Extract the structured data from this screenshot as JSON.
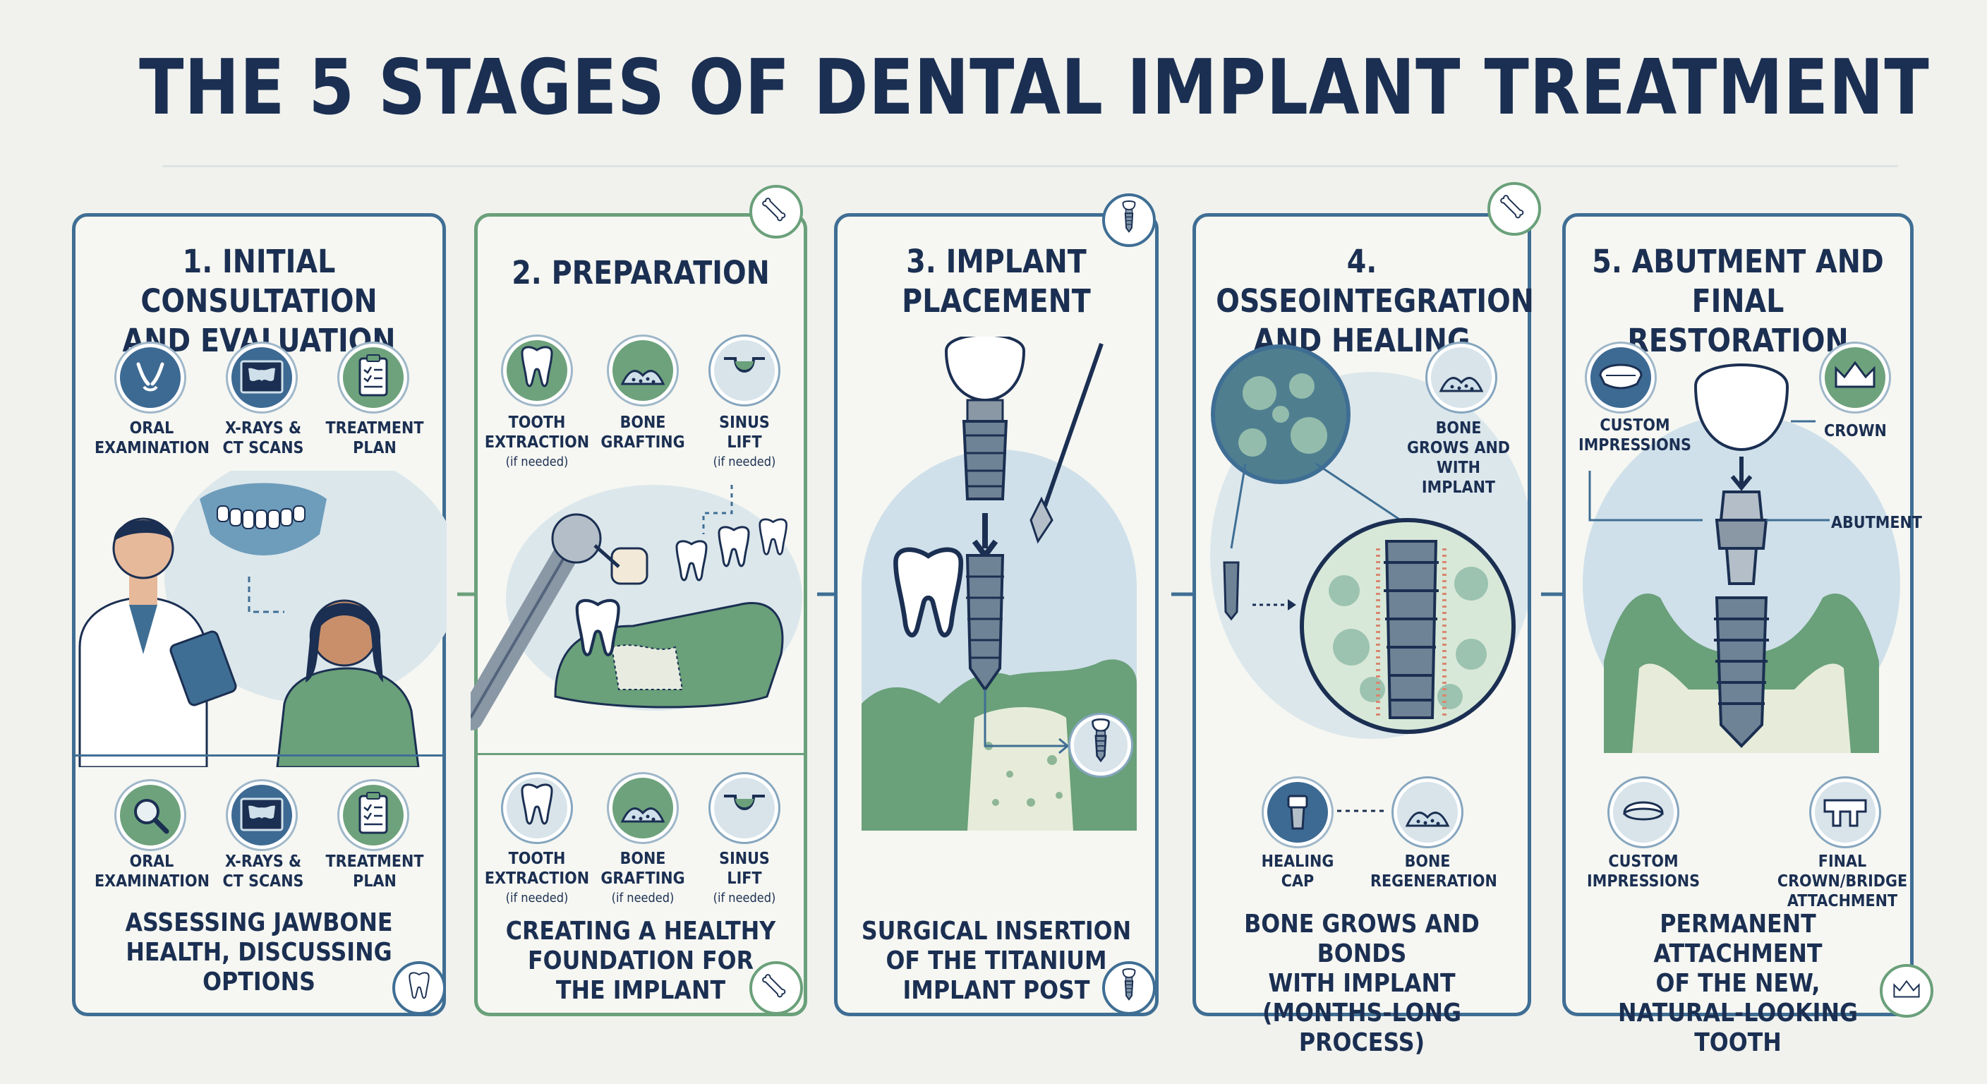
{
  "title": "THE 5 STAGES OF DENTAL IMPLANT TREATMENT",
  "stages": [
    {
      "title_lines": [
        "1. INITIAL CONSULTATION",
        "AND EVALUATION"
      ],
      "top_items": [
        {
          "lines": [
            "ORAL",
            "EXAMINATION"
          ],
          "icon": "hands-icon"
        },
        {
          "lines": [
            "X-RAYS &",
            "CT SCANS"
          ],
          "icon": "xray-icon"
        },
        {
          "lines": [
            "TREATMENT",
            "PLAN"
          ],
          "icon": "clipboard-icon"
        }
      ],
      "bottom_items": [
        {
          "lines": [
            "ORAL",
            "EXAMINATION"
          ],
          "icon": "magnifier-icon"
        },
        {
          "lines": [
            "X-RAYS &",
            "CT SCANS"
          ],
          "icon": "xray-icon"
        },
        {
          "lines": [
            "TREATMENT",
            "PLAN"
          ],
          "icon": "clipboard-icon"
        }
      ],
      "description_lines": [
        "ASSESSING JAWBONE",
        "HEALTH, DISCUSSING",
        "OPTIONS"
      ],
      "badge_icon": "tooth-icon"
    },
    {
      "title_lines": [
        "2. PREPARATION"
      ],
      "top_items": [
        {
          "lines": [
            "TOOTH",
            "EXTRACTION"
          ],
          "sub": "(if needed)",
          "icon": "tooth-icon"
        },
        {
          "lines": [
            "BONE",
            "GRAFTING"
          ],
          "icon": "bone-graft-icon"
        },
        {
          "lines": [
            "SINUS",
            "LIFT"
          ],
          "sub": "(if needed)",
          "icon": "sinus-icon"
        }
      ],
      "bottom_items": [
        {
          "lines": [
            "TOOTH",
            "EXTRACTION"
          ],
          "sub": "(if needed)",
          "icon": "tooth-icon"
        },
        {
          "lines": [
            "BONE",
            "GRAFTING"
          ],
          "sub": "(if needed)",
          "icon": "bone-graft-icon"
        },
        {
          "lines": [
            "SINUS",
            "LIFT"
          ],
          "sub": "(if needed)",
          "icon": "sinus-icon"
        }
      ],
      "description_lines": [
        "CREATING A HEALTHY",
        "FOUNDATION FOR",
        "THE IMPLANT"
      ],
      "badge_icon": "bone-icon"
    },
    {
      "title_lines": [
        "3. IMPLANT",
        "PLACEMENT"
      ],
      "description_lines": [
        "SURGICAL INSERTION",
        "OF THE TITANIUM",
        "IMPLANT POST"
      ],
      "badge_icon": "implant-icon"
    },
    {
      "title_lines": [
        "4. OSSEOINTEGRATION",
        "AND HEALING"
      ],
      "callouts": [
        {
          "lines": [
            "BONE",
            "GROWS AND",
            "WITH IMPLANT"
          ],
          "icon": "gum-icon"
        }
      ],
      "bottom_items": [
        {
          "lines": [
            "HEALING",
            "CAP"
          ],
          "icon": "healing-cap-icon"
        },
        {
          "lines": [
            "BONE",
            "REGENERATION"
          ],
          "icon": "bone-regen-icon"
        }
      ],
      "description_lines": [
        "BONE GROWS AND BONDS",
        "WITH IMPLANT",
        "(MONTHS-LONG PROCESS)"
      ]
    },
    {
      "title_lines": [
        "5. ABUTMENT AND",
        "FINAL RESTORATION"
      ],
      "callouts": [
        {
          "lines": [
            "CUSTOM",
            "IMPRESSIONS"
          ],
          "icon": "dentures-icon"
        },
        {
          "lines": [
            "CROWN"
          ],
          "icon": "crown-icon"
        },
        {
          "lines": [
            "ABUTMENT"
          ]
        }
      ],
      "bottom_items": [
        {
          "lines": [
            "CUSTOM",
            "IMPRESSIONS"
          ],
          "icon": "tray-icon"
        },
        {
          "lines": [
            "FINAL CROWN/BRIDGE",
            "ATTACHMENT"
          ],
          "icon": "bridge-icon"
        }
      ],
      "description_lines": [
        "PERMANENT ATTACHMENT",
        "OF THE NEW,",
        "NATURAL-LOOKING TOOTH"
      ],
      "badge_icon": "crown-icon"
    }
  ],
  "colors": {
    "navy": "#1b2f52",
    "steel_blue": "#3f6e94",
    "green": "#6aa07a",
    "light_blue": "#cfe0ea",
    "background": "#f1f2ee"
  }
}
